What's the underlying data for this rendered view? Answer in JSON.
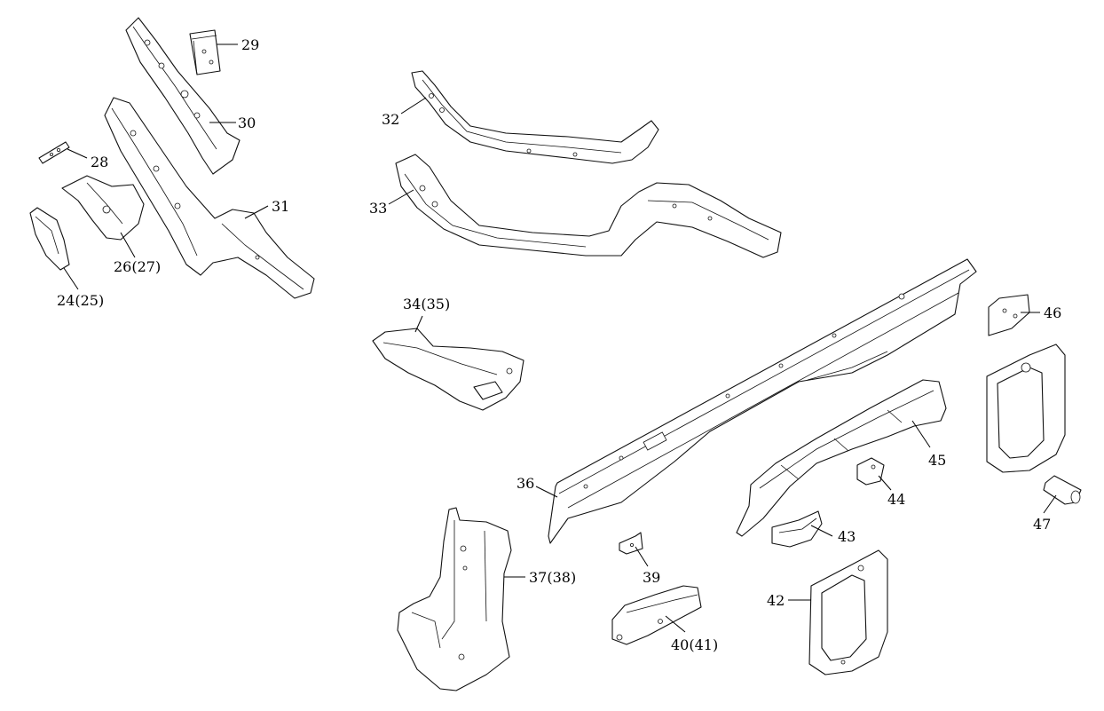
{
  "diagram": {
    "callouts": {
      "c24": "24(25)",
      "c26": "26(27)",
      "c28": "28",
      "c29": "29",
      "c30": "30",
      "c31": "31",
      "c32": "32",
      "c33": "33",
      "c34": "34(35)",
      "c36": "36",
      "c37": "37(38)",
      "c39": "39",
      "c40": "40(41)",
      "c42": "42",
      "c43": "43",
      "c44": "44",
      "c45": "45",
      "c46": "46",
      "c47": "47"
    }
  }
}
